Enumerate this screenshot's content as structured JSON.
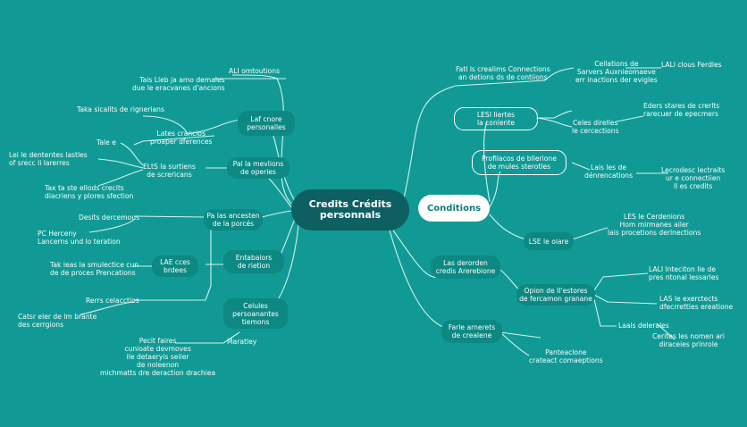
{
  "center": {
    "title": "Credits Crédits\npersonnals"
  },
  "conditions": {
    "label": "Conditions"
  },
  "left": {
    "l1": "ALI omtoutions",
    "l2": "Tais Lleb ja amo demales\ndue le eracvanes d'ancions",
    "l3": "Taka sicalits de rignerians",
    "l4": "Laf cnore\npersonalles",
    "l5": "Lates crancios\nproaper dferences",
    "l6": "Tale e",
    "l7": "Lei le dententes lastles\nof srecc li larerres",
    "l8": "ELtS la surtiens\nde screricans",
    "l9": "Pal la mevlions\nde operies",
    "l10": "Tax ta ste ellods crecits\ndiacriens y plores sfection",
    "l11": "Desits dercemous",
    "l12": "Pa las ancesten\nde la porcés",
    "l13": "PC Herceny\nLancerns und lo teration",
    "l14": "Tak leas la smulectice cun\nde de proces Prencations",
    "l15": "LAE cces\nbrdees",
    "l16": "Entabaiors\nde rietion",
    "l17": "Rerrs celacctios",
    "l18": "Catsr eler de lm brante\ndes cerrgions",
    "l19": "Celules\npersoanantes\ntiemons",
    "l20": "Pecit faires\ncunioate devmoves\nile detaeryis seiler\nde noleenon\nmichmatts dre deraction drachiea",
    "l21": "Maratley"
  },
  "right": {
    "r1": "Fatl ls crealims Connections\nan detions ds de contiions",
    "r2": "Cellations de\nSarvers Auxnieomaeve\nerr inactions der evigles",
    "r3": "LALl clous Ferdles",
    "r4": "LESI Iiertes\nla coniente",
    "r5": "Celes direlles\nle cercections",
    "r6": "Eders stares de crerlts\nrarecuer de epecmers",
    "r7": "Profilacos de bllerione\nde mules sterotles",
    "r8": "Lais les de\ndénrencations",
    "r9": "Lecrodesc lectraits\nur e connectiien\nll es credits",
    "r10": "LSE le oiare",
    "r11": "LES le Cerdenions\nHom mirmanes ailer\nlais procetions derlnections",
    "r12": "Las derorden\ncredis Arerebione",
    "r13": "Opion de Il'estores\nde fercamon granane",
    "r14": "LALI lnteciton lie de\npres ntonal lessarles",
    "r15": "LAS le exerctects\ndfecrretties ereatione",
    "r16": "Farle arnerets\nde crealene",
    "r17": "Laals delerales",
    "r18": "Cerites les nomen ari\ndiraceies prinrole",
    "r19": "Panteaclone\ncrateact comaeptions"
  }
}
